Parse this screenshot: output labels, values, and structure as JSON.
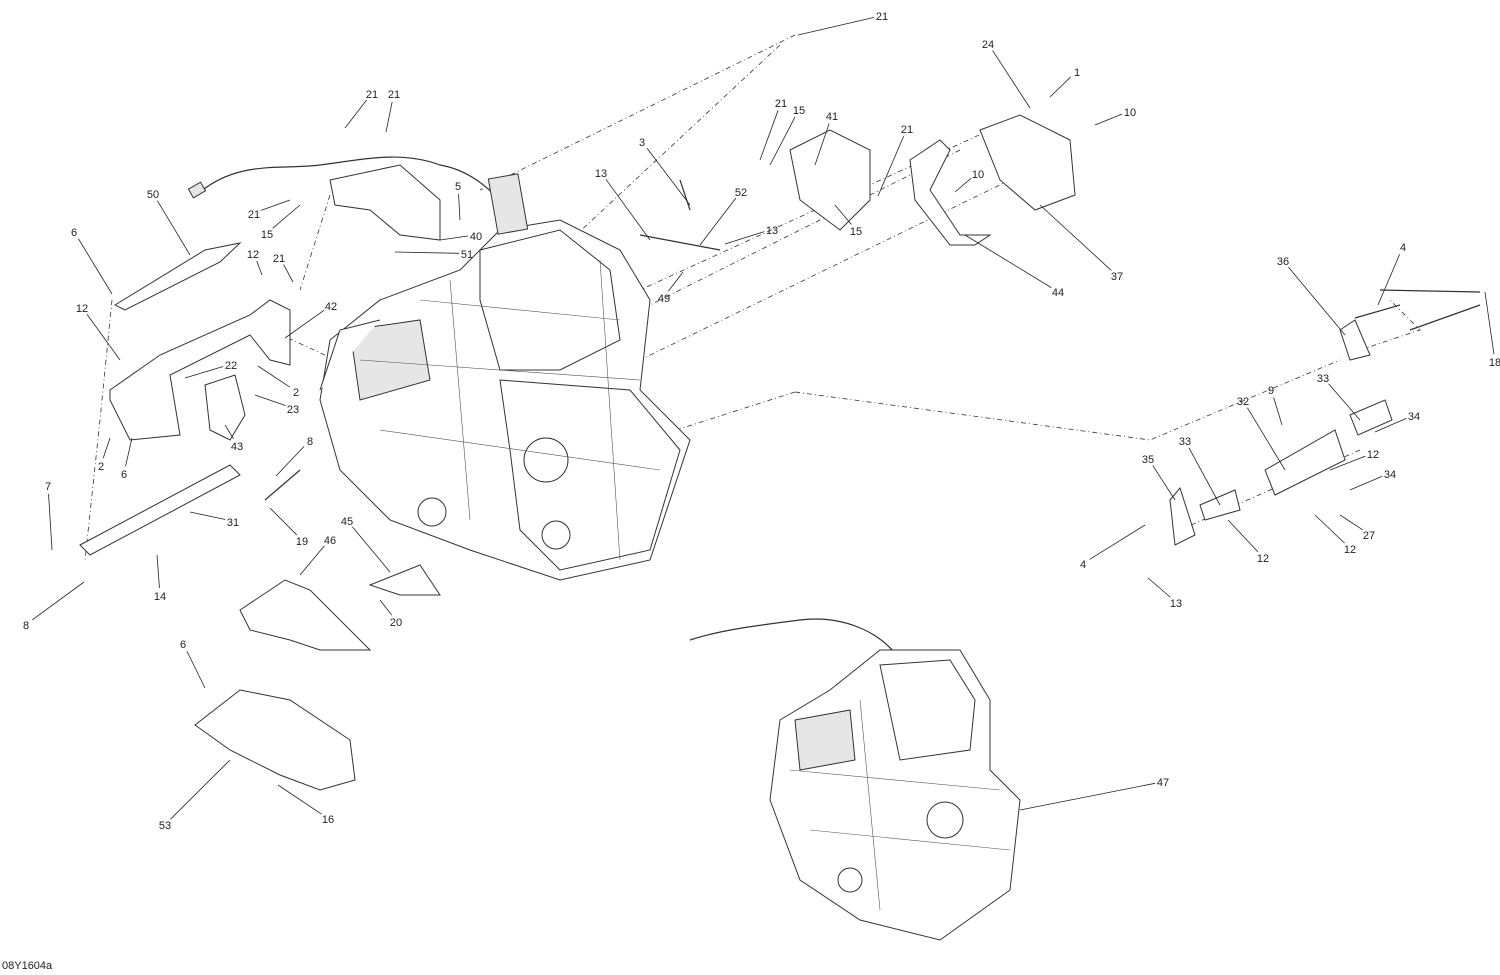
{
  "diagram": {
    "reference_code": "08Y1604a",
    "callouts": [
      "21",
      "21",
      "21",
      "21",
      "15",
      "5",
      "40",
      "51",
      "12",
      "21",
      "50",
      "6",
      "12",
      "42",
      "22",
      "2",
      "23",
      "43",
      "2",
      "6",
      "8",
      "7",
      "31",
      "19",
      "14",
      "8",
      "45",
      "46",
      "20",
      "6",
      "53",
      "16",
      "3",
      "13",
      "52",
      "13",
      "49",
      "21",
      "15",
      "41",
      "21",
      "15",
      "10",
      "24",
      "1",
      "10",
      "37",
      "44",
      "36",
      "4",
      "18",
      "33",
      "9",
      "32",
      "34",
      "33",
      "35",
      "12",
      "34",
      "27",
      "12",
      "12",
      "4",
      "13",
      "47"
    ],
    "line_color": "#222222",
    "background": "#ffffff"
  }
}
